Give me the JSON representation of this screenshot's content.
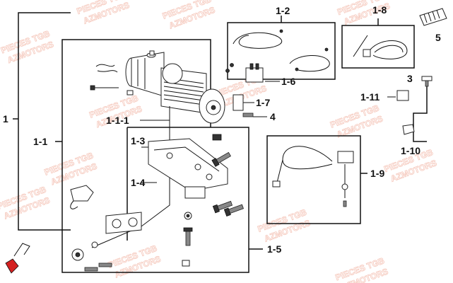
{
  "watermark": {
    "line1": "PIECES TGB",
    "line2": "AZMOTORS"
  },
  "callouts": {
    "c1": "1",
    "c1_1": "1-1",
    "c1_1_1": "1-1-1",
    "c1_2": "1-2",
    "c1_3": "1-3",
    "c1_4": "1-4",
    "c1_5": "1-5",
    "c1_6": "1-6",
    "c1_7": "1-7",
    "c1_8": "1-8",
    "c1_9": "1-9",
    "c1_10": "1-10",
    "c1_11": "1-11",
    "c3": "3",
    "c4": "4",
    "c5": "5"
  },
  "colors": {
    "line": "#111111",
    "watermark": "#f2b6a6",
    "logo_red": "#d42020"
  },
  "icons": {
    "logo": "tgb-logo-icon"
  }
}
